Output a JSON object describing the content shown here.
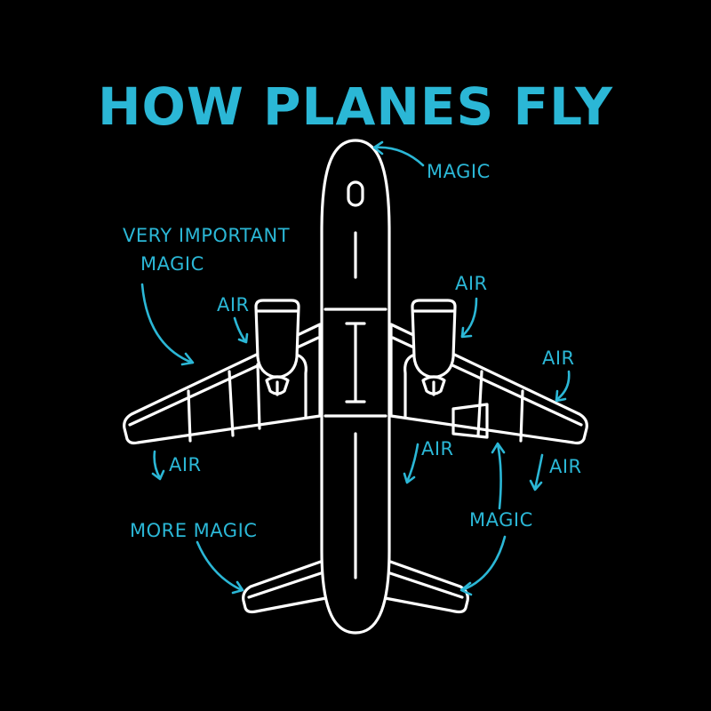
{
  "title": "HOW PLANES FLY",
  "colors": {
    "background": "#000000",
    "accent": "#2bb7d6",
    "plane_outline": "#ffffff"
  },
  "labels": {
    "magic_nose": "MAGIC",
    "very_important_line1": "VERY IMPORTANT",
    "very_important_line2": "MAGIC",
    "air_left_engine": "AIR",
    "air_right_engine": "AIR",
    "air_right_wingtip": "AIR",
    "air_under_left_wing": "AIR",
    "air_under_right_wing_inner": "AIR",
    "air_under_right_wing_outer": "AIR",
    "more_magic": "MORE MAGIC",
    "magic_tail": "MAGIC"
  }
}
